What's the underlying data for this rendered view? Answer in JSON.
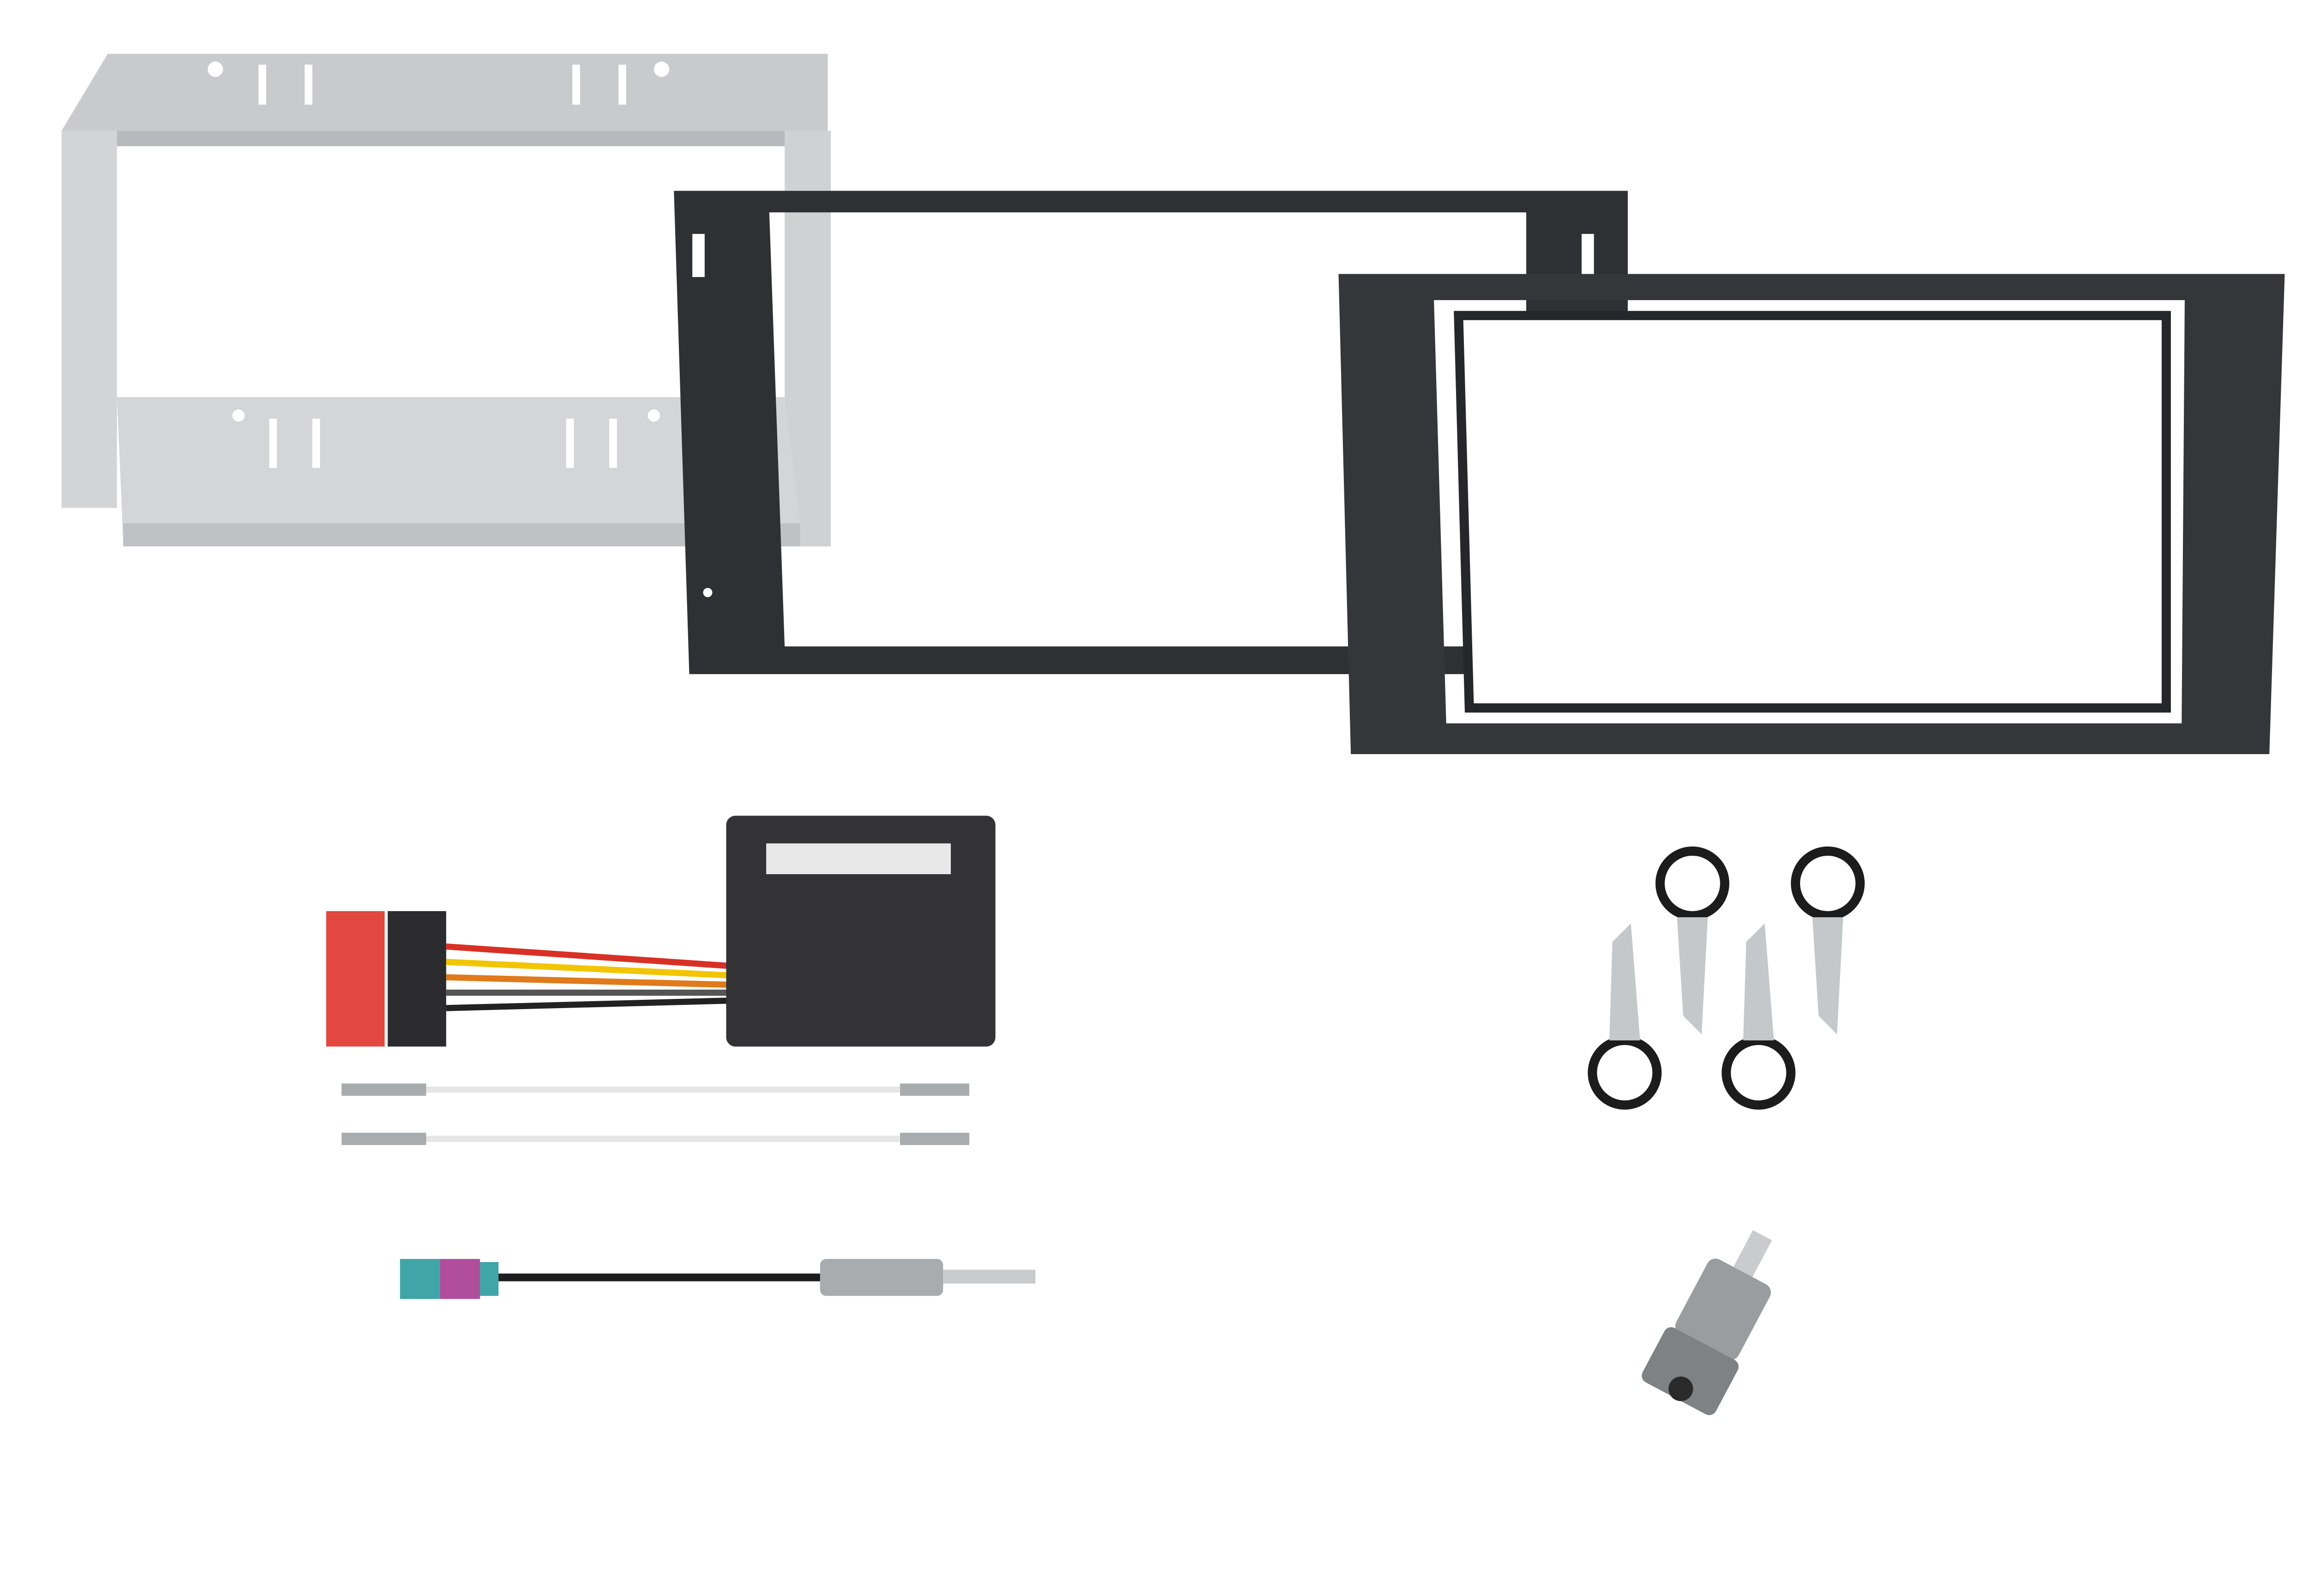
{
  "colors": {
    "background": "#ffffff",
    "cage_metal": "#d4d6d8",
    "cage_shadow": "#b8babd",
    "frame_black": "#2f3033",
    "fascia_black": "#35363a",
    "iso_red": "#e2483f",
    "iso_black": "#2c2c2e",
    "quadlock_black": "#333336",
    "fakra_teal": "#3fa5a6",
    "fakra_violet": "#b04e9c",
    "chrome": "#a9acae",
    "key_metal": "#c5c8cb",
    "key_ring": "#1c1c1c"
  },
  "items": [
    {
      "icon": "mounting-cage"
    },
    {
      "icon": "inner-frame"
    },
    {
      "icon": "fascia-panel"
    },
    {
      "icon": "iso-harness"
    },
    {
      "icon": "extension-wire"
    },
    {
      "icon": "extension-wire"
    },
    {
      "icon": "antenna-adapter-cable"
    },
    {
      "icon": "release-keys"
    },
    {
      "icon": "antenna-adapter"
    }
  ]
}
